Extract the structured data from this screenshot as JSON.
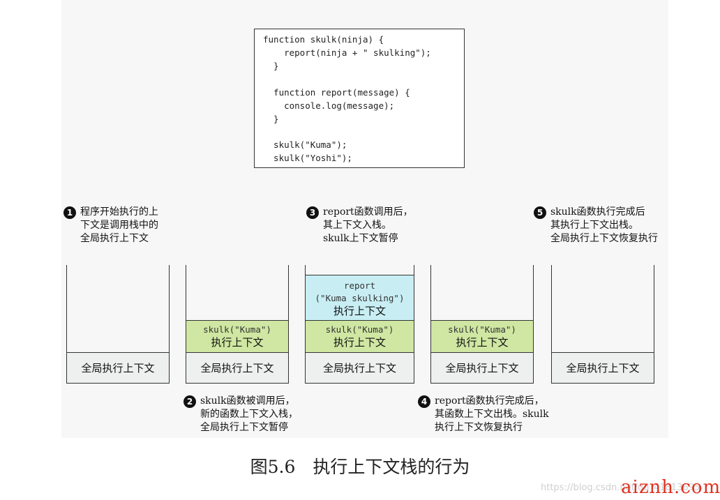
{
  "code": [
    "function skulk(ninja) {",
    "    report(ninja + \" skulking\");",
    "  }",
    "",
    "  function report(message) {",
    "    console.log(message);",
    "  }",
    "",
    "  skulk(\"Kuma\");",
    "  skulk(\"Yoshi\");"
  ],
  "notes": [
    {
      "num": "1",
      "lines": [
        "程序开始执行的上",
        "下文是调用栈中的",
        "全局执行上下文"
      ]
    },
    {
      "num": "2",
      "lines": [
        "skulk函数被调用后，",
        "新的函数上下文入栈，",
        "全局执行上下文暂停"
      ]
    },
    {
      "num": "3",
      "lines": [
        "report函数调用后，",
        "其上下文入栈。",
        "skulk上下文暂停"
      ]
    },
    {
      "num": "4",
      "lines": [
        "report函数执行完成后，",
        "其函数上下文出栈。skulk",
        "执行上下文恢复执行"
      ]
    },
    {
      "num": "5",
      "lines": [
        "skulk函数执行完成后",
        "其执行上下文出栈。",
        "全局执行上下文恢复执行"
      ]
    }
  ],
  "frames": {
    "global": "全局执行上下文",
    "skulk_call": "skulk(\"Kuma\")",
    "report_call_1": "report",
    "report_call_2": "(\"Kuma skulking\")",
    "exec_context": "执行上下文"
  },
  "caption": "图5.6　执行上下文栈的行为",
  "watermark": "https://blog.csdn.net/qq_41813695",
  "logo": "aiznh.com"
}
